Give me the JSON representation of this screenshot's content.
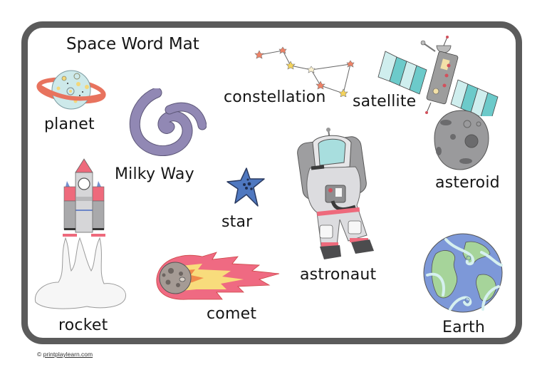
{
  "title": "Space Word Mat",
  "words": {
    "planet": "planet",
    "milky_way": "Milky Way",
    "constellation": "constellation",
    "satellite": "satellite",
    "asteroid": "asteroid",
    "star": "star",
    "astronaut": "astronaut",
    "rocket": "rocket",
    "comet": "comet",
    "earth": "Earth"
  },
  "footer": {
    "copyright_symbol": "©",
    "link_text": "printplaylearn.com"
  },
  "colors": {
    "frame": "#5b5b5b",
    "planet_body": "#cde9ea",
    "planet_ring": "#e8735e",
    "galaxy": "#9188b4",
    "star_blue": "#4f78c0",
    "rocket_red": "#ee6a7c",
    "satellite_panel": "#6ccaca",
    "asteroid_gray": "#9a9a9c",
    "earth_ocean": "#7d98d8",
    "earth_land": "#a6d49a",
    "comet_flame": "#ef6a82",
    "comet_yellow": "#f8dc7c"
  }
}
